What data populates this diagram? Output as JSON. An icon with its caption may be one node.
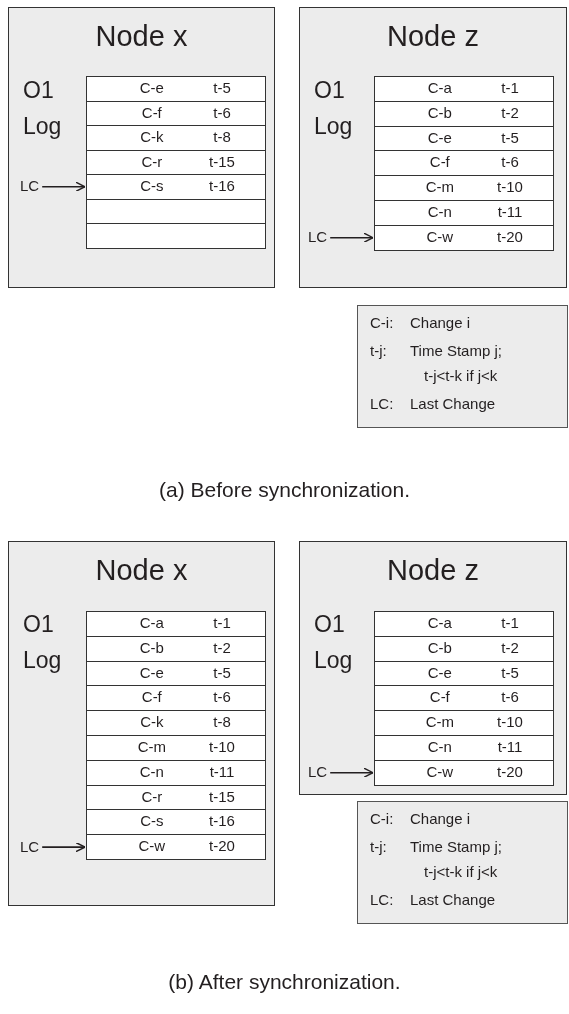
{
  "diagram": {
    "nodes": [
      {
        "text": [
          "Node x",
          "O1 Log"
        ]
      },
      {
        "text": [
          "C-e",
          "t-5"
        ],
        "in": 0
      },
      {
        "text": [
          "C-f",
          "t-6"
        ],
        "in": 0
      },
      {
        "text": [
          "C-k",
          "t-8"
        ],
        "in": 0
      },
      {
        "text": [
          "C-r",
          "t-15"
        ],
        "in": 0
      },
      {
        "text": [
          "C-s",
          "t-16"
        ],
        "in": 0
      },
      {
        "text": [],
        "shape": "box",
        "in": 0
      },
      {
        "text": [],
        "shape": "box",
        "in": 0
      },
      {
        "text": [
          "LC"
        ],
        "in": 0
      },
      {
        "text": [
          "Node z",
          "O1 Log"
        ]
      },
      {
        "text": [
          "C-a",
          "t-1"
        ],
        "in": 9
      },
      {
        "text": [
          "C-b",
          "t-2"
        ],
        "in": 9
      },
      {
        "text": [
          "C-e",
          "t-5"
        ],
        "in": 9
      },
      {
        "text": [
          "C-f",
          "t-6"
        ],
        "in": 9
      },
      {
        "text": [
          "C-m",
          "t-10"
        ],
        "in": 9
      },
      {
        "text": [
          "C-n",
          "t-11"
        ],
        "in": 9
      },
      {
        "text": [
          "C-w",
          "t-20"
        ],
        "in": 9
      },
      {
        "text": [
          "LC"
        ],
        "in": 9
      },
      {
        "text": [
          "C-i:",
          "Change i",
          "t-j:",
          "Time Stamp j;",
          "t-j<t-k if j<k",
          "LC:",
          "Last Change"
        ]
      },
      {
        "text": [
          "Node x",
          "O1 Log"
        ]
      },
      {
        "text": [
          "C-a",
          "t-1"
        ],
        "in": 19
      },
      {
        "text": [
          "C-b",
          "t-2"
        ],
        "in": 19
      },
      {
        "text": [
          "C-e",
          "t-5"
        ],
        "in": 19
      },
      {
        "text": [
          "C-f",
          "t-6"
        ],
        "in": 19
      },
      {
        "text": [
          "C-k",
          "t-8"
        ],
        "in": 19
      },
      {
        "text": [
          "C-m",
          "t-10"
        ],
        "in": 19
      },
      {
        "text": [
          "C-n",
          "t-11"
        ],
        "in": 19
      },
      {
        "text": [
          "C-r",
          "t-15"
        ],
        "in": 19
      },
      {
        "text": [
          "C-s",
          "t-16"
        ],
        "in": 19
      },
      {
        "text": [
          "C-w",
          "t-20"
        ],
        "in": 19
      },
      {
        "text": [
          "LC"
        ],
        "in": 19
      },
      {
        "text": [
          "Node z",
          "O1 Log"
        ]
      },
      {
        "text": [
          "C-a",
          "t-1"
        ],
        "in": 31
      },
      {
        "text": [
          "C-b",
          "t-2"
        ],
        "in": 31
      },
      {
        "text": [
          "C-e",
          "t-5"
        ],
        "in": 31
      },
      {
        "text": [
          "C-f",
          "t-6"
        ],
        "in": 31
      },
      {
        "text": [
          "C-m",
          "t-10"
        ],
        "in": 31
      },
      {
        "text": [
          "C-n",
          "t-11"
        ],
        "in": 31
      },
      {
        "text": [
          "C-w",
          "t-20"
        ],
        "in": 31
      },
      {
        "text": [
          "LC"
        ],
        "in": 31
      },
      {
        "text": [
          "C-i:",
          "Change i",
          "t-j:",
          "Time Stamp j;",
          "t-j<t-k if j<k",
          "LC:",
          "Last Change"
        ]
      }
    ],
    "edges": [
      {
        "from": 8,
        "to": 5,
        "arrow": "to"
      },
      {
        "from": 17,
        "to": 16,
        "arrow": "to"
      },
      {
        "from": 30,
        "to": 29,
        "arrow": "to"
      },
      {
        "from": 39,
        "to": 38,
        "arrow": "to"
      }
    ],
    "labels": [
      "(a) Before synchronization.",
      "(b) After synchronization."
    ]
  }
}
